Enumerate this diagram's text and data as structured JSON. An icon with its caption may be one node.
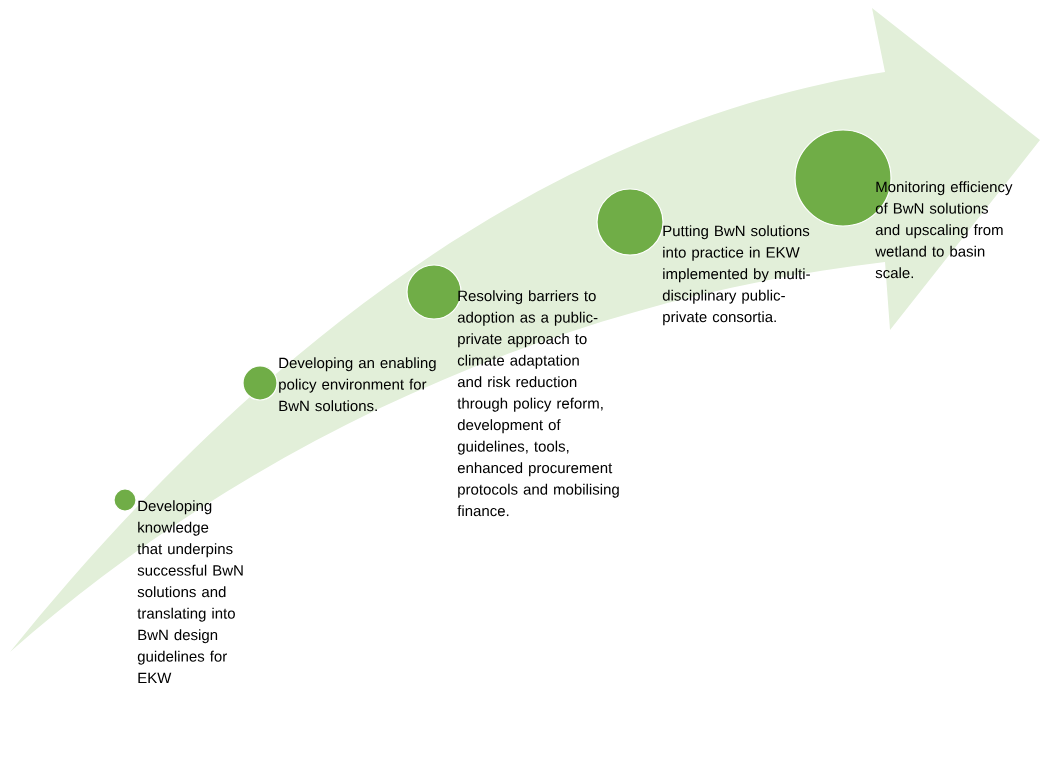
{
  "diagram": {
    "nodes": [
      {
        "text": [],
        "shape": "circle",
        "beside": [
          "Developing knowledge that underpins successful BwN solutions and translating into BwN design guidelines for EKW"
        ]
      },
      {
        "text": [],
        "shape": "circle",
        "beside": [
          "Developing an enabling policy environment for BwN solutions."
        ]
      },
      {
        "text": [],
        "shape": "circle",
        "beside": [
          "Resolving barriers to adoption as a public-private approach to climate adaptation and risk reduction through policy reform, development of guidelines, tools, enhanced procurement protocols and mobilising finance."
        ]
      },
      {
        "text": [],
        "shape": "circle",
        "beside": [
          "Putting BwN solutions into practice in EKW implemented by multi-disciplinary public-private consortia."
        ]
      },
      {
        "text": [],
        "shape": "circle",
        "beside": [
          "Monitoring efficiency of BwN solutions and upscaling from wetland to basin scale."
        ]
      }
    ]
  }
}
